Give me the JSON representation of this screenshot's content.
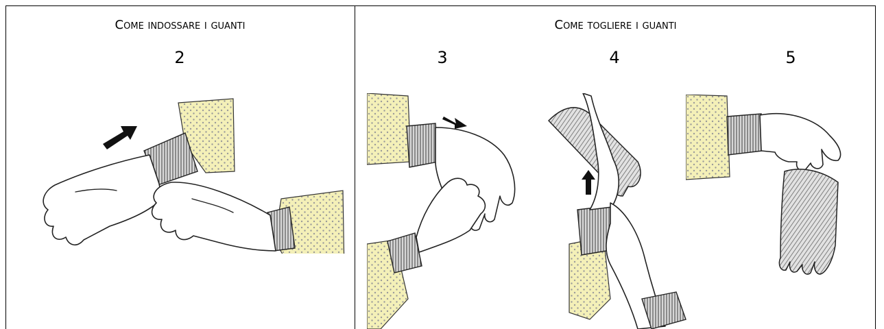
{
  "left_panel": {
    "heading": "Come indossare i guanti",
    "steps": [
      "2"
    ]
  },
  "right_panel": {
    "heading": "Come togliere i guanti",
    "steps": [
      "3",
      "4",
      "5"
    ]
  },
  "colors": {
    "sleeve": "#f4f0b8",
    "sleeve_dots": "#9a9a9a",
    "border": "#000000",
    "arrow": "#111111"
  },
  "icons": [
    "arrow-icon",
    "glove-illustration",
    "sleeve-illustration"
  ]
}
